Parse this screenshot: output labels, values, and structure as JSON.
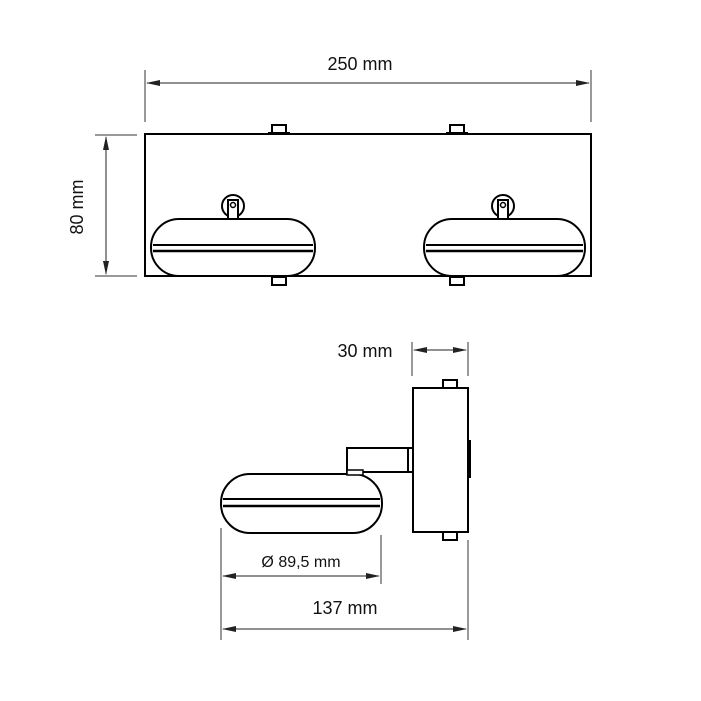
{
  "drawing": {
    "type": "technical-dimension-drawing",
    "subject": "twin spotlight fixture",
    "line_color": "#000000",
    "dim_line_color": "#333333",
    "background": "#ffffff"
  },
  "front_view": {
    "width_label": "250 mm",
    "height_label": "80 mm",
    "heads": 2
  },
  "side_view": {
    "depth_label": "30 mm",
    "head_diameter_label": "Ø 89,5 mm",
    "total_length_label": "137 mm"
  }
}
